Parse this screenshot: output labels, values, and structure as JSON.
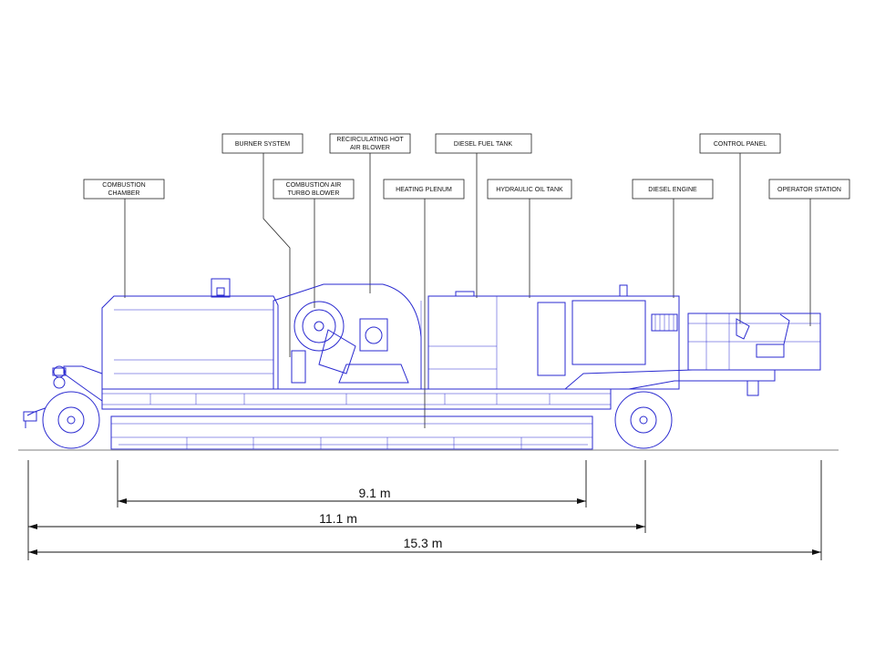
{
  "colors": {
    "machine_line": "#2a2ad0",
    "text": "#111111",
    "ground": "#999999"
  },
  "labels": {
    "combustion_chamber": [
      "COMBUSTION",
      "CHAMBER"
    ],
    "burner_system": [
      "BURNER SYSTEM"
    ],
    "combustion_air_turbo_blower": [
      "COMBUSTION AIR",
      "TURBO BLOWER"
    ],
    "recirculating_hot_air_blower": [
      "RECIRCULATING HOT",
      "AIR BLOWER"
    ],
    "heating_plenum": [
      "HEATING PLENUM"
    ],
    "diesel_fuel_tank": [
      "DIESEL FUEL TANK"
    ],
    "hydraulic_oil_tank": [
      "HYDRAULIC OIL TANK"
    ],
    "diesel_engine": [
      "DIESEL ENGINE"
    ],
    "control_panel": [
      "CONTROL PANEL"
    ],
    "operator_station": [
      "OPERATOR STATION"
    ]
  },
  "dimensions": {
    "plenum_length": "9.1 m",
    "wheelbase_length": "11.1 m",
    "overall_length": "15.3 m"
  }
}
